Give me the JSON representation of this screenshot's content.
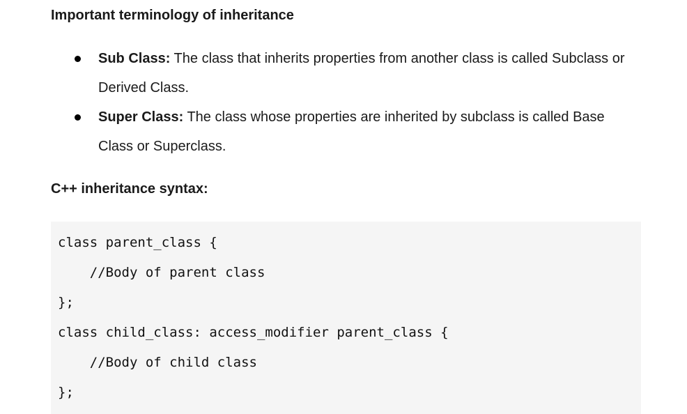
{
  "section_terminology": {
    "title": "Important terminology of inheritance",
    "items": [
      {
        "term": "Sub Class:",
        "description": " The class that inherits properties from another class is called Subclass or Derived Class."
      },
      {
        "term": "Super Class:",
        "description": " The class whose properties are inherited by subclass is called Base Class or Superclass."
      }
    ]
  },
  "section_syntax": {
    "title": "C++ inheritance syntax:",
    "code_lines": [
      "class parent_class {",
      "    //Body of parent class",
      "};",
      "class child_class: access_modifier parent_class {",
      "    //Body of child class",
      "};"
    ]
  },
  "colors": {
    "code_background": "#f5f5f5",
    "text": "#1a1a1a"
  }
}
